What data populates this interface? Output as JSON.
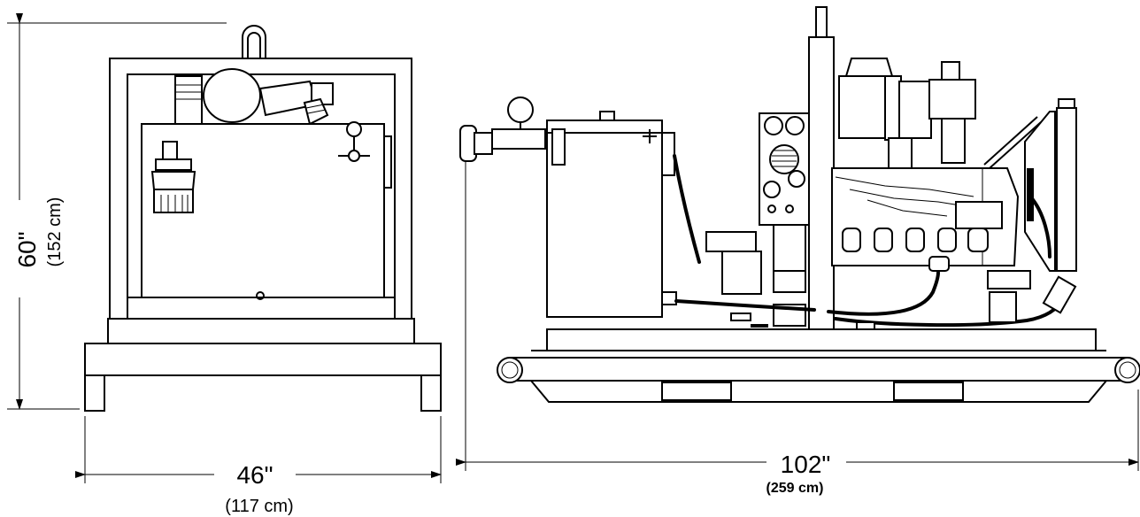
{
  "dimensions": {
    "height": {
      "imperial": "60\"",
      "metric": "(152 cm)"
    },
    "width": {
      "imperial": "46\"",
      "metric": "(117 cm)"
    },
    "length": {
      "imperial": "102\"",
      "metric": "(259 cm)"
    }
  }
}
